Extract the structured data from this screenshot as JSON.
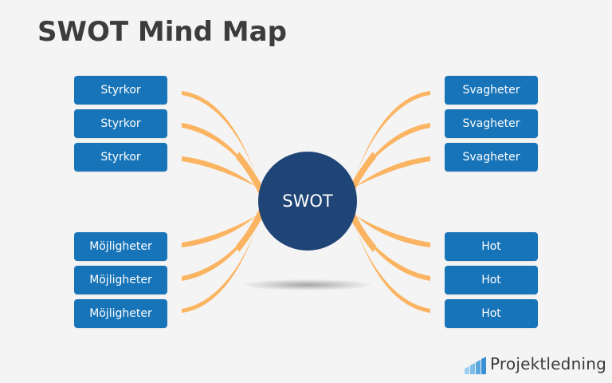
{
  "title": "SWOT Mind Map",
  "center_label": "SWOT",
  "strengths": [
    "Styrkor",
    "Styrkor",
    "Styrkor"
  ],
  "weaknesses": [
    "Svagheter",
    "Svagheter",
    "Svagheter"
  ],
  "opportunities": [
    "Möjligheter",
    "Möjligheter",
    "Möjligheter"
  ],
  "threats": [
    "Hot",
    "Hot",
    "Hot"
  ],
  "brand": "Projektledning",
  "colors": {
    "background": "#f4f4f4",
    "title": "#3c3c3c",
    "box": "#1874b8",
    "center": "#1f4577",
    "branch": "#fbb461",
    "brand_icon": "#5aa6df"
  }
}
